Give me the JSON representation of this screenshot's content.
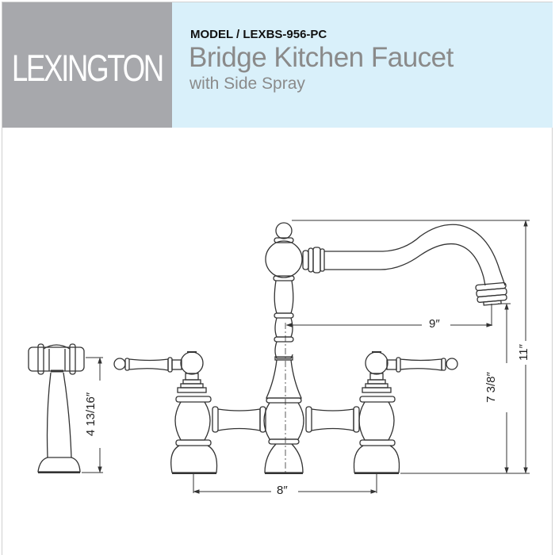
{
  "header": {
    "brand": "LEXINGTON",
    "model": "MODEL / LEXBS-956-PC",
    "title": "Bridge Kitchen Faucet",
    "subtitle": "with Side Spray"
  },
  "colors": {
    "brand_panel": "#a7a8ac",
    "title_panel": "#d9f0fa",
    "title_text": "#8a8a8a",
    "line": "#333333"
  },
  "dimensions": {
    "spout_reach": "9″",
    "spout_height": "7 3/8″",
    "overall_height": "11″",
    "center_spread": "8″",
    "side_spray_height": "4 13/16″"
  }
}
